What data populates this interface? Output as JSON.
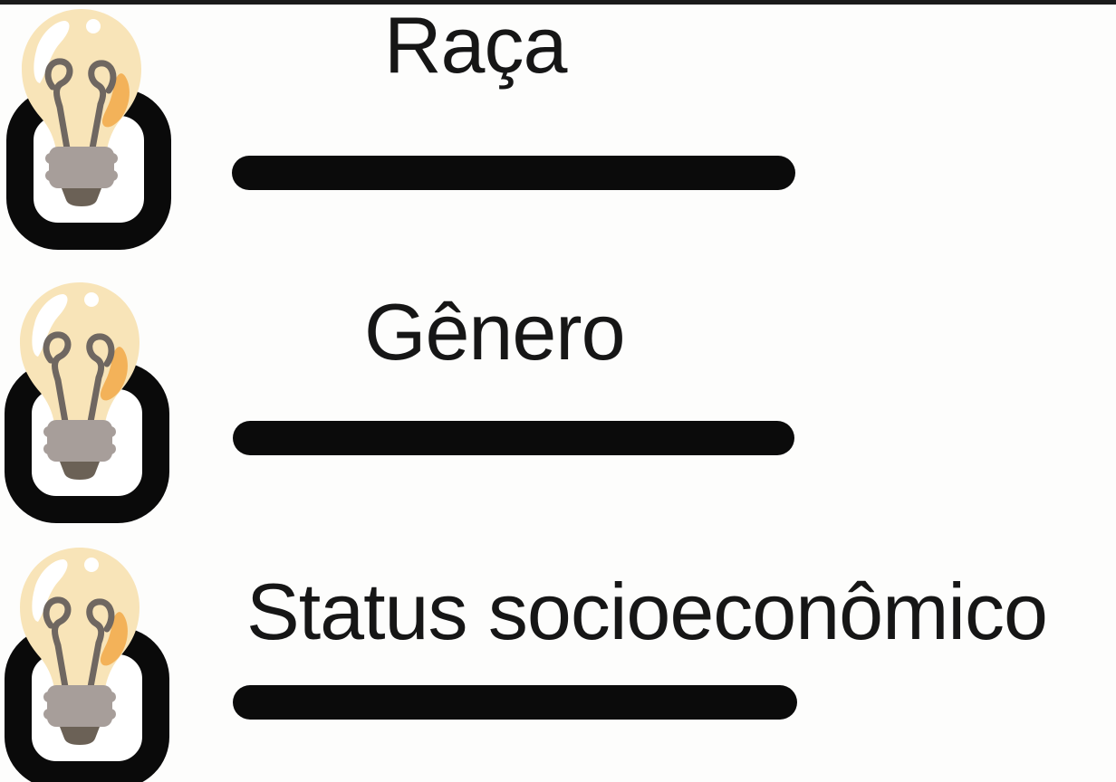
{
  "page": {
    "background_color": "#fdfdfc",
    "top_edge_bar_color": "#1b1b1b"
  },
  "list": {
    "text_color": "#161616",
    "underline_color": "#0b0b0b",
    "items": [
      {
        "label": "Raça"
      },
      {
        "label": "Gênero"
      },
      {
        "label": "Status socioeconômico"
      }
    ]
  },
  "icon": {
    "name": "lightbulb-checkbox-icon",
    "frame_color": "#0a0a0a",
    "frame_fill": "#ffffff",
    "bulb_body_color": "#f8e4b8",
    "bulb_highlight_color": "#ffffff",
    "bulb_accent_color": "#f3b259",
    "filament_color": "#6f6761",
    "base_color": "#a79e9a",
    "base_ridge_color": "#948b86",
    "base_tip_color": "#6b6156"
  }
}
